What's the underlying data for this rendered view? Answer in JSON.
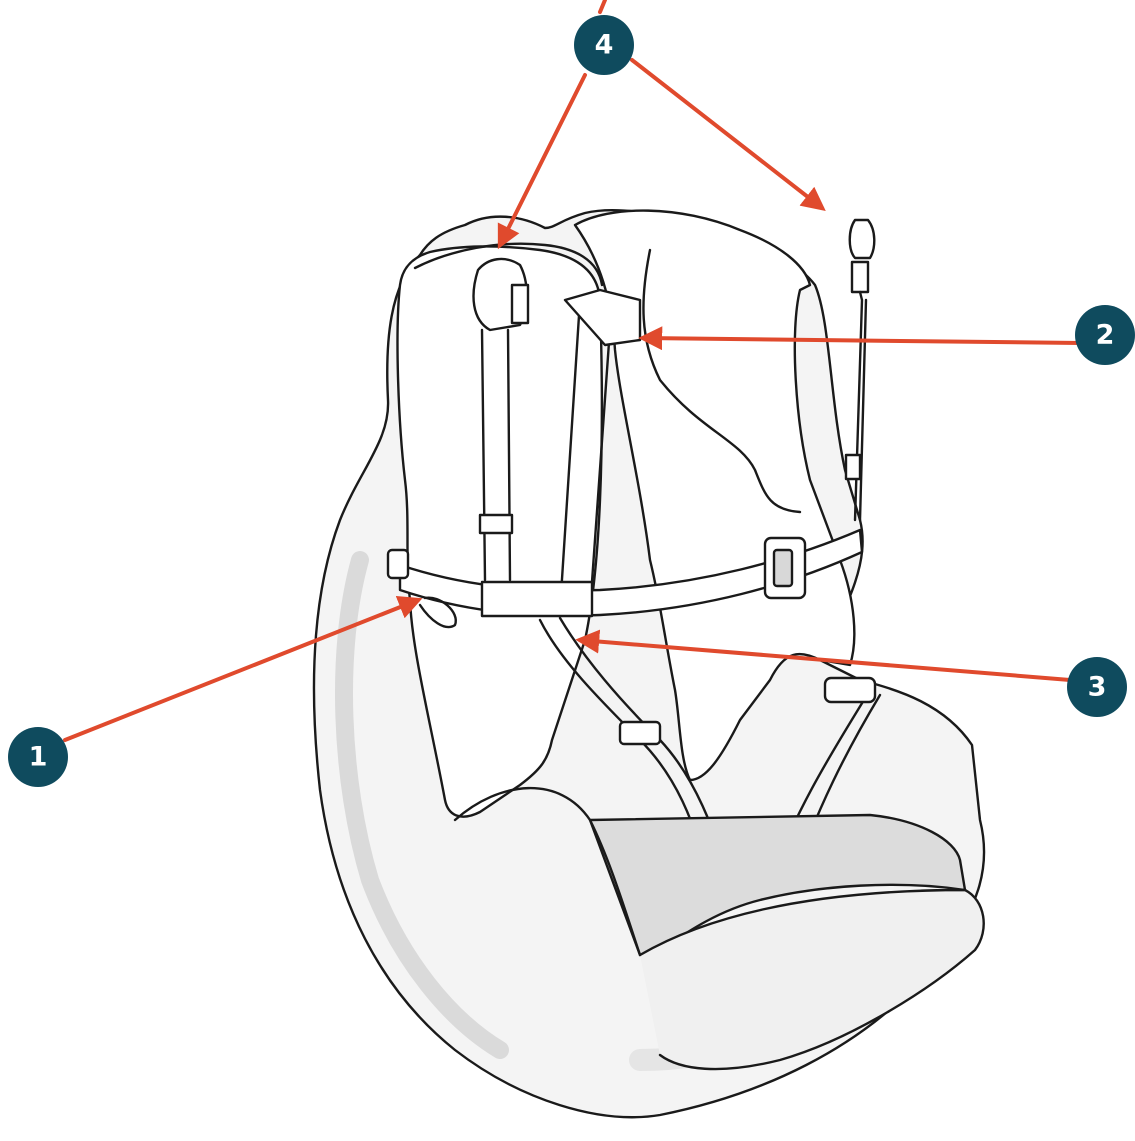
{
  "diagram": {
    "subject": "harness",
    "colors": {
      "arrow": "#e04a2d",
      "callout_fill": "#0f4b5e",
      "callout_text": "#ffffff",
      "outline": "#1a1a1a",
      "shell_fill": "#f4f4f4",
      "seat_fill": "#dcdcdc"
    },
    "callouts": [
      {
        "id": "1",
        "label": "1"
      },
      {
        "id": "2",
        "label": "2"
      },
      {
        "id": "3",
        "label": "3"
      },
      {
        "id": "4",
        "label": "4"
      }
    ]
  }
}
